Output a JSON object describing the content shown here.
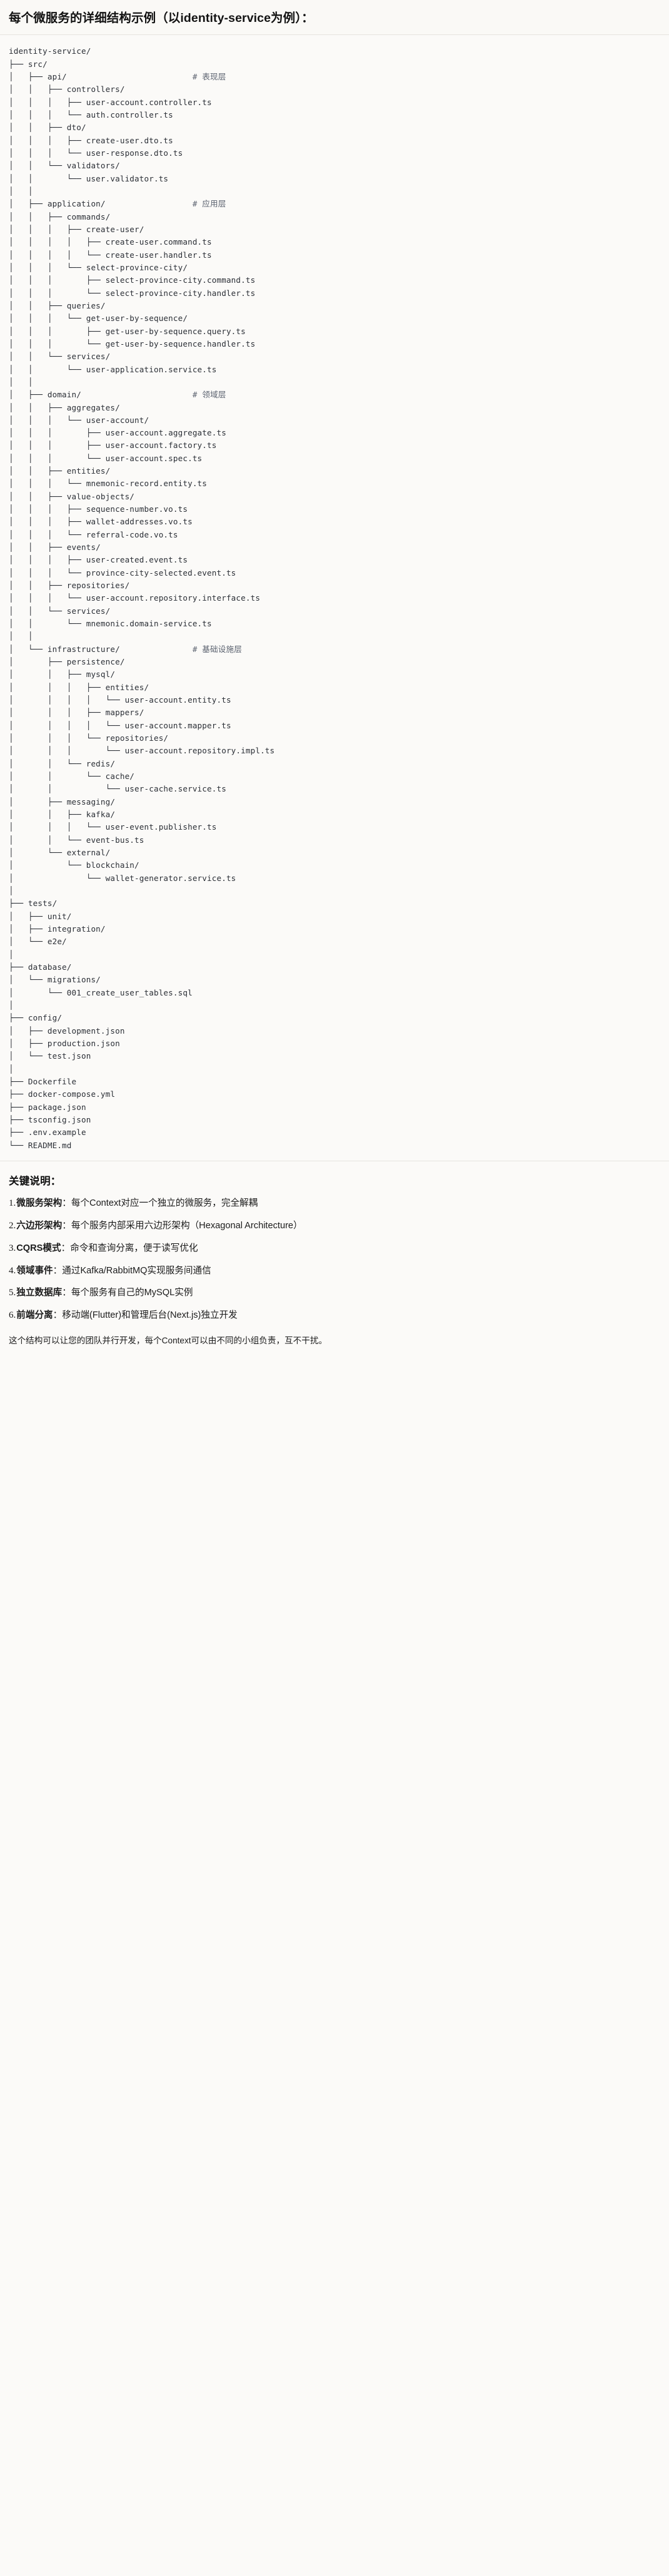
{
  "header": {
    "title": "每个微服务的详细结构示例（以identity-service为例）："
  },
  "tree": {
    "root": "identity-service/",
    "text": "identity-service/\n├── src/\n│   ├── api/                          # 表现层\n│   │   ├── controllers/\n│   │   │   ├── user-account.controller.ts\n│   │   │   └── auth.controller.ts\n│   │   ├── dto/\n│   │   │   ├── create-user.dto.ts\n│   │   │   └── user-response.dto.ts\n│   │   └── validators/\n│   │       └── user.validator.ts\n│   │\n│   ├── application/                  # 应用层\n│   │   ├── commands/\n│   │   │   ├── create-user/\n│   │   │   │   ├── create-user.command.ts\n│   │   │   │   └── create-user.handler.ts\n│   │   │   └── select-province-city/\n│   │   │       ├── select-province-city.command.ts\n│   │   │       └── select-province-city.handler.ts\n│   │   ├── queries/\n│   │   │   └── get-user-by-sequence/\n│   │   │       ├── get-user-by-sequence.query.ts\n│   │   │       └── get-user-by-sequence.handler.ts\n│   │   └── services/\n│   │       └── user-application.service.ts\n│   │\n│   ├── domain/                       # 领域层\n│   │   ├── aggregates/\n│   │   │   └── user-account/\n│   │   │       ├── user-account.aggregate.ts\n│   │   │       ├── user-account.factory.ts\n│   │   │       └── user-account.spec.ts\n│   │   ├── entities/\n│   │   │   └── mnemonic-record.entity.ts\n│   │   ├── value-objects/\n│   │   │   ├── sequence-number.vo.ts\n│   │   │   ├── wallet-addresses.vo.ts\n│   │   │   └── referral-code.vo.ts\n│   │   ├── events/\n│   │   │   ├── user-created.event.ts\n│   │   │   └── province-city-selected.event.ts\n│   │   ├── repositories/\n│   │   │   └── user-account.repository.interface.ts\n│   │   └── services/\n│   │       └── mnemonic.domain-service.ts\n│   │\n│   └── infrastructure/               # 基础设施层\n│       ├── persistence/\n│       │   ├── mysql/\n│       │   │   ├── entities/\n│       │   │   │   └── user-account.entity.ts\n│       │   │   ├── mappers/\n│       │   │   │   └── user-account.mapper.ts\n│       │   │   └── repositories/\n│       │   │       └── user-account.repository.impl.ts\n│       │   └── redis/\n│       │       └── cache/\n│       │           └── user-cache.service.ts\n│       ├── messaging/\n│       │   ├── kafka/\n│       │   │   └── user-event.publisher.ts\n│       │   └── event-bus.ts\n│       └── external/\n│           └── blockchain/\n│               └── wallet-generator.service.ts\n│\n├── tests/\n│   ├── unit/\n│   ├── integration/\n│   └── e2e/\n│\n├── database/\n│   └── migrations/\n│       └── 001_create_user_tables.sql\n│\n├── config/\n│   ├── development.json\n│   ├── production.json\n│   └── test.json\n│\n├── Dockerfile\n├── docker-compose.yml\n├── package.json\n├── tsconfig.json\n├── .env.example\n└── README.md",
    "comments": [
      {
        "label": "# 表现层",
        "for": "api/"
      },
      {
        "label": "# 应用层",
        "for": "application/"
      },
      {
        "label": "# 领域层",
        "for": "domain/"
      },
      {
        "label": "# 基础设施层",
        "for": "infrastructure/"
      }
    ]
  },
  "notes": {
    "title": "关键说明：",
    "items": [
      {
        "num": "1.",
        "term": "微服务架构",
        "sep": "：",
        "desc": "每个Context对应一个独立的微服务，完全解耦"
      },
      {
        "num": "2.",
        "term": "六边形架构",
        "sep": "：",
        "desc": "每个服务内部采用六边形架构（Hexagonal Architecture）"
      },
      {
        "num": "3.",
        "term": "CQRS模式",
        "sep": "：",
        "desc": "命令和查询分离，便于读写优化"
      },
      {
        "num": "4.",
        "term": "领域事件",
        "sep": "：",
        "desc": "通过Kafka/RabbitMQ实现服务间通信"
      },
      {
        "num": "5.",
        "term": "独立数据库",
        "sep": "：",
        "desc": "每个服务有自己的MySQL实例"
      },
      {
        "num": "6.",
        "term": "前端分离",
        "sep": "：",
        "desc": "移动端(Flutter)和管理后台(Next.js)独立开发"
      }
    ],
    "footer": "这个结构可以让您的团队并行开发，每个Context可以由不同的小组负责，互不干扰。"
  },
  "colors": {
    "page_bg": "#fbfaf8",
    "text": "#1c1c1c",
    "code_text": "#2b2f36",
    "comment": "#5c6370",
    "divider": "#e6e4df"
  }
}
